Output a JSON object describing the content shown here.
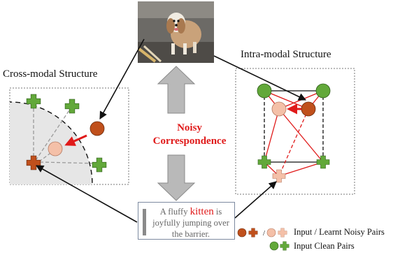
{
  "diagram": {
    "cross_modal_title": "Cross-modal Structure",
    "intra_modal_title": "Intra-modal Structure",
    "center_label_line1": "Noisy",
    "center_label_line2": "Correspondence",
    "caption": {
      "before": "A fluffy ",
      "highlight": "kitten",
      "after": " is joyfully jumping over the barrier."
    },
    "legend": {
      "noisy_pairs": "Input / Learnt Noisy Pairs",
      "clean_pairs": "Input Clean Pairs",
      "separator": "/"
    }
  },
  "colors": {
    "noisy": "#c0501c",
    "learnt": "#f4c0a8",
    "clean": "#62a83a",
    "highlight": "#e01a1a",
    "arrow_grey": "#b0b0b0"
  }
}
